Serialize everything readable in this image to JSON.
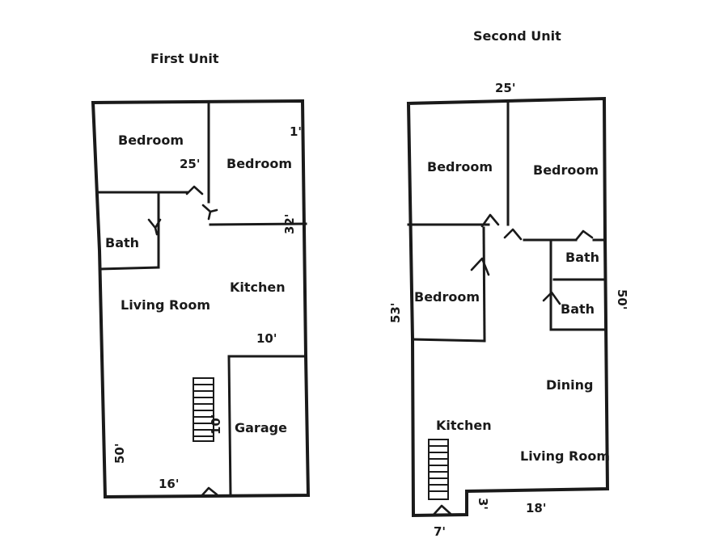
{
  "first_unit": {
    "title": "First Unit",
    "rooms": {
      "bedroom_1": "Bedroom",
      "bedroom_2": "Bedroom",
      "bath": "Bath",
      "kitchen": "Kitchen",
      "living_room": "Living Room",
      "garage": "Garage"
    },
    "dimensions": {
      "width_top": "25'",
      "small_1": "1'",
      "right_32": "32'",
      "garage_width": "10'",
      "stair_10": "10'",
      "left_50": "50'",
      "bottom_16": "16'"
    }
  },
  "second_unit": {
    "title": "Second Unit",
    "rooms": {
      "bedroom_1": "Bedroom",
      "bedroom_2": "Bedroom",
      "bedroom_3": "Bedroom",
      "bath_1": "Bath",
      "bath_2": "Bath",
      "dining": "Dining",
      "kitchen": "Kitchen",
      "living_room": "Living Room"
    },
    "dimensions": {
      "top_25": "25'",
      "left_53": "53'",
      "right_50": "50'",
      "bottom_7": "7'",
      "step_3": "3'",
      "bottom_18": "18'"
    }
  }
}
